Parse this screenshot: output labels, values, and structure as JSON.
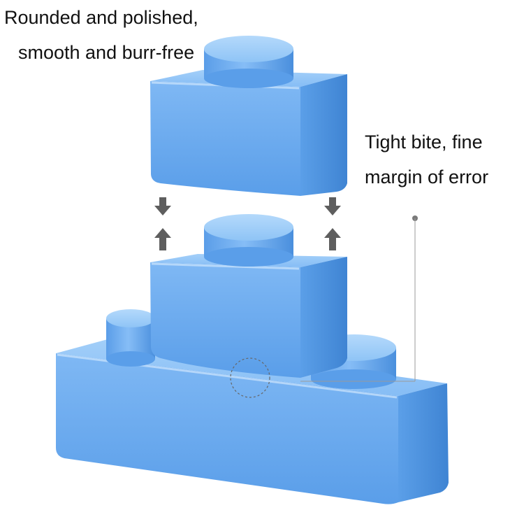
{
  "captions": {
    "left_line1": "Rounded and polished,",
    "left_line2": "smooth and burr-free",
    "right_line1": "Tight bite, fine",
    "right_line2": "margin of error"
  },
  "colors": {
    "brick_front": "#6aabf0",
    "brick_top": "#8dc3f7",
    "brick_side": "#4f95e2",
    "arrow": "#5e5e5e",
    "annotation_line": "#9a9a9a",
    "text": "#111111"
  },
  "icons": {
    "arrow_down": "arrow-down-icon",
    "arrow_up": "arrow-up-icon"
  }
}
